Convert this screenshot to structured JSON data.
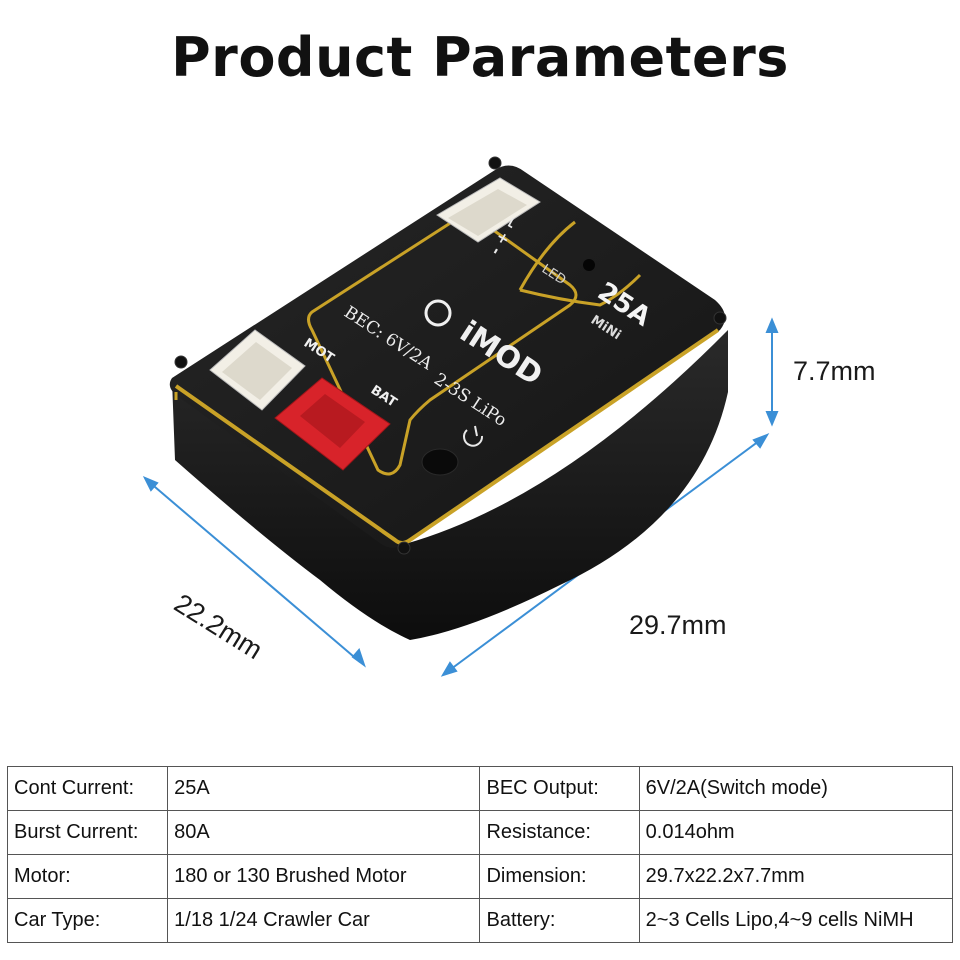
{
  "title": "Product Parameters",
  "dimensions": {
    "height": "7.7mm",
    "length": "29.7mm",
    "width": "22.2mm"
  },
  "product": {
    "brand": "iMOD",
    "bec_label": "BEC: 6V/2A",
    "battery_label": "2-3S LiPo",
    "current_badge": "25A",
    "badge_sub": "MiNi",
    "led_label": "LED",
    "mot_label": "MOT",
    "bat_label": "BAT",
    "servo_signs": "- + ⌐"
  },
  "colors": {
    "body": "#1b1b1b",
    "gold": "#c9a227",
    "accent_red": "#d8232a",
    "dimension_line": "#3b8fd6"
  },
  "params": {
    "rows": [
      [
        "Cont Current:",
        "25A",
        "BEC Output:",
        "6V/2A(Switch mode)"
      ],
      [
        "Burst Current:",
        "80A",
        "Resistance:",
        "0.014ohm"
      ],
      [
        "Motor:",
        "180 or 130 Brushed Motor",
        "Dimension:",
        "29.7x22.2x7.7mm"
      ],
      [
        "Car Type:",
        "1/18 1/24 Crawler Car",
        "Battery:",
        "2~3 Cells Lipo,4~9 cells NiMH"
      ]
    ]
  }
}
